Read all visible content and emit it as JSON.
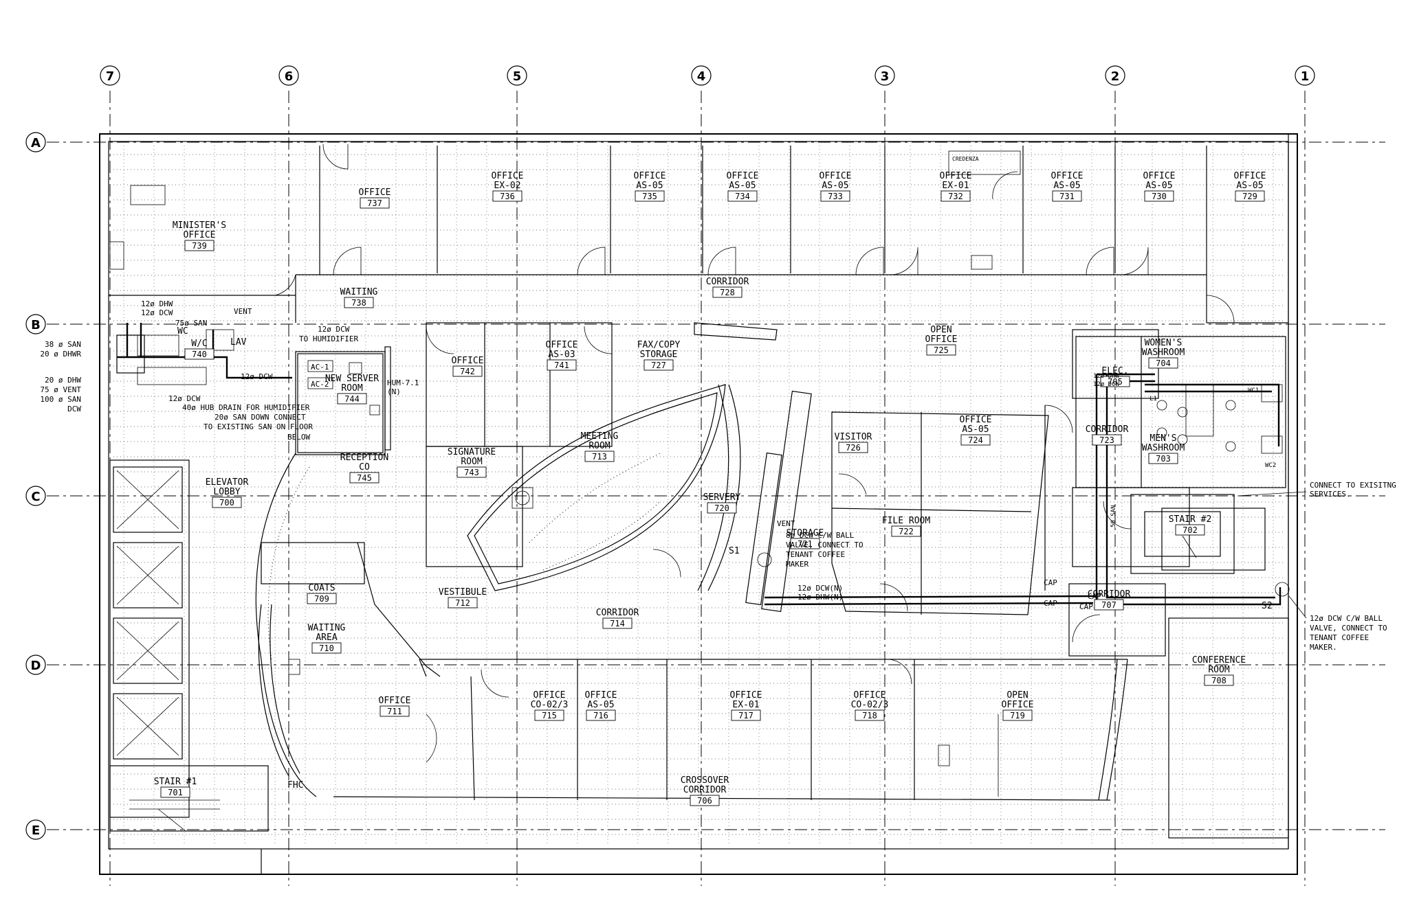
{
  "grid": {
    "columns": [
      "7",
      "6",
      "5",
      "4",
      "3",
      "2",
      "1"
    ],
    "rows": [
      "A",
      "B",
      "C",
      "D",
      "E"
    ]
  },
  "rooms": [
    {
      "name": "MINISTER'S OFFICE",
      "number": "739"
    },
    {
      "name": "OFFICE",
      "number": "737"
    },
    {
      "name": "OFFICE EX-02",
      "number": "736"
    },
    {
      "name": "OFFICE AS-05",
      "number": "735"
    },
    {
      "name": "OFFICE AS-05",
      "number": "734"
    },
    {
      "name": "OFFICE AS-05",
      "number": "733"
    },
    {
      "name": "OFFICE EX-01",
      "number": "732"
    },
    {
      "name": "OFFICE AS-05",
      "number": "731"
    },
    {
      "name": "OFFICE AS-05",
      "number": "730"
    },
    {
      "name": "OFFICE AS-05",
      "number": "729"
    },
    {
      "name": "WAITING",
      "number": "738"
    },
    {
      "name": "CORRIDOR",
      "number": "728"
    },
    {
      "name": "W/C",
      "number": "740"
    },
    {
      "name": "OFFICE",
      "number": "742"
    },
    {
      "name": "OFFICE AS-03",
      "number": "741"
    },
    {
      "name": "FAX/COPY STORAGE",
      "number": "727"
    },
    {
      "name": "OPEN OFFICE",
      "number": "725"
    },
    {
      "name": "NEW SERVER ROOM",
      "number": "744"
    },
    {
      "name": "ELEC.",
      "number": "705"
    },
    {
      "name": "WOMEN'S WASHROOM",
      "number": "704"
    },
    {
      "name": "MEN'S WASHROOM",
      "number": "703"
    },
    {
      "name": "CORRIDOR",
      "number": "723"
    },
    {
      "name": "SIGNATURE ROOM",
      "number": "743"
    },
    {
      "name": "MEETING ROOM",
      "number": "713"
    },
    {
      "name": "VISITOR",
      "number": "726"
    },
    {
      "name": "OFFICE AS-05",
      "number": "724"
    },
    {
      "name": "RECEPTION CO",
      "number": "745"
    },
    {
      "name": "ELEVATOR LOBBY",
      "number": "700"
    },
    {
      "name": "SERVERY",
      "number": "720"
    },
    {
      "name": "STORAGE",
      "number": "721"
    },
    {
      "name": "FILE ROOM",
      "number": "722"
    },
    {
      "name": "STAIR #2",
      "number": "702"
    },
    {
      "name": "COATS",
      "number": "709"
    },
    {
      "name": "VESTIBULE",
      "number": "712"
    },
    {
      "name": "CORRIDOR",
      "number": "714"
    },
    {
      "name": "CORRIDOR",
      "number": "707"
    },
    {
      "name": "WAITING AREA",
      "number": "710"
    },
    {
      "name": "CONFERENCE ROOM",
      "number": "708"
    },
    {
      "name": "OFFICE",
      "number": "711"
    },
    {
      "name": "OFFICE CO-02/3",
      "number": "715"
    },
    {
      "name": "OFFICE AS-05",
      "number": "716"
    },
    {
      "name": "OFFICE EX-01",
      "number": "717"
    },
    {
      "name": "OFFICE CO-02/3",
      "number": "718"
    },
    {
      "name": "OPEN OFFICE",
      "number": "719"
    },
    {
      "name": "STAIR #1",
      "number": "701"
    },
    {
      "name": "CROSSOVER CORRIDOR",
      "number": "706"
    }
  ],
  "notes": {
    "dhw12": "12ø DHW",
    "dcw12": "12ø DCW",
    "san75": "75ø SAN",
    "vent": "VENT",
    "wc": "WC",
    "lav": "LAV",
    "san38": "38 ø SAN",
    "dhwr20": "20 ø DHWR",
    "dhw20": "20 ø DHW",
    "vent75": "75 ø VENT",
    "san100": "100 ø SAN",
    "dcw": "DCW",
    "dcw12b": "12ø DCW",
    "hub_drain": "40ø HUB DRAIN FOR HUMIDIFIER",
    "san_down": "20ø SAN DOWN CONNECT",
    "to_existing": "TO EXISTING SAN ON FLOOR",
    "below": "BELOW",
    "dcw_humid": "12ø DCW",
    "to_humid": "TO HUMIDIFIER",
    "dcw_right": "12ø DCW",
    "hum": "HUM-7.1",
    "hum_n": "(N)",
    "ac1": "AC-1",
    "ac2": "AC-2",
    "credenza": "CREDENZA",
    "connect_existing": "CONNECT TO EXISITNG",
    "services": "SERVICES.",
    "ballvalve1": "12ø  DCW C/W BALL",
    "ballvalve2": "VALVE, CONNECT TO",
    "ballvalve3": "TENANT COFFEE",
    "ballvalve4": "MAKER.",
    "sv1": "8ø  DCW C/W BALL",
    "sv2": "VALVE, CONNECT TO",
    "sv3": "TENANT COFFEE",
    "sv4": "MAKER",
    "vent_s1": "VENT",
    "dcw_n": "12ø DCW(N)",
    "dhw_n": "12ø DHW(N)",
    "cap": "CAP",
    "s1": "S1",
    "s2": "S2",
    "fhc": "FHC",
    "wc1": "WC1",
    "wc2": "WC2",
    "l1": "L1",
    "san50": "50 SAN",
    "whdhw": "12ø DHW",
    "whdcw": "12ø DCW"
  }
}
